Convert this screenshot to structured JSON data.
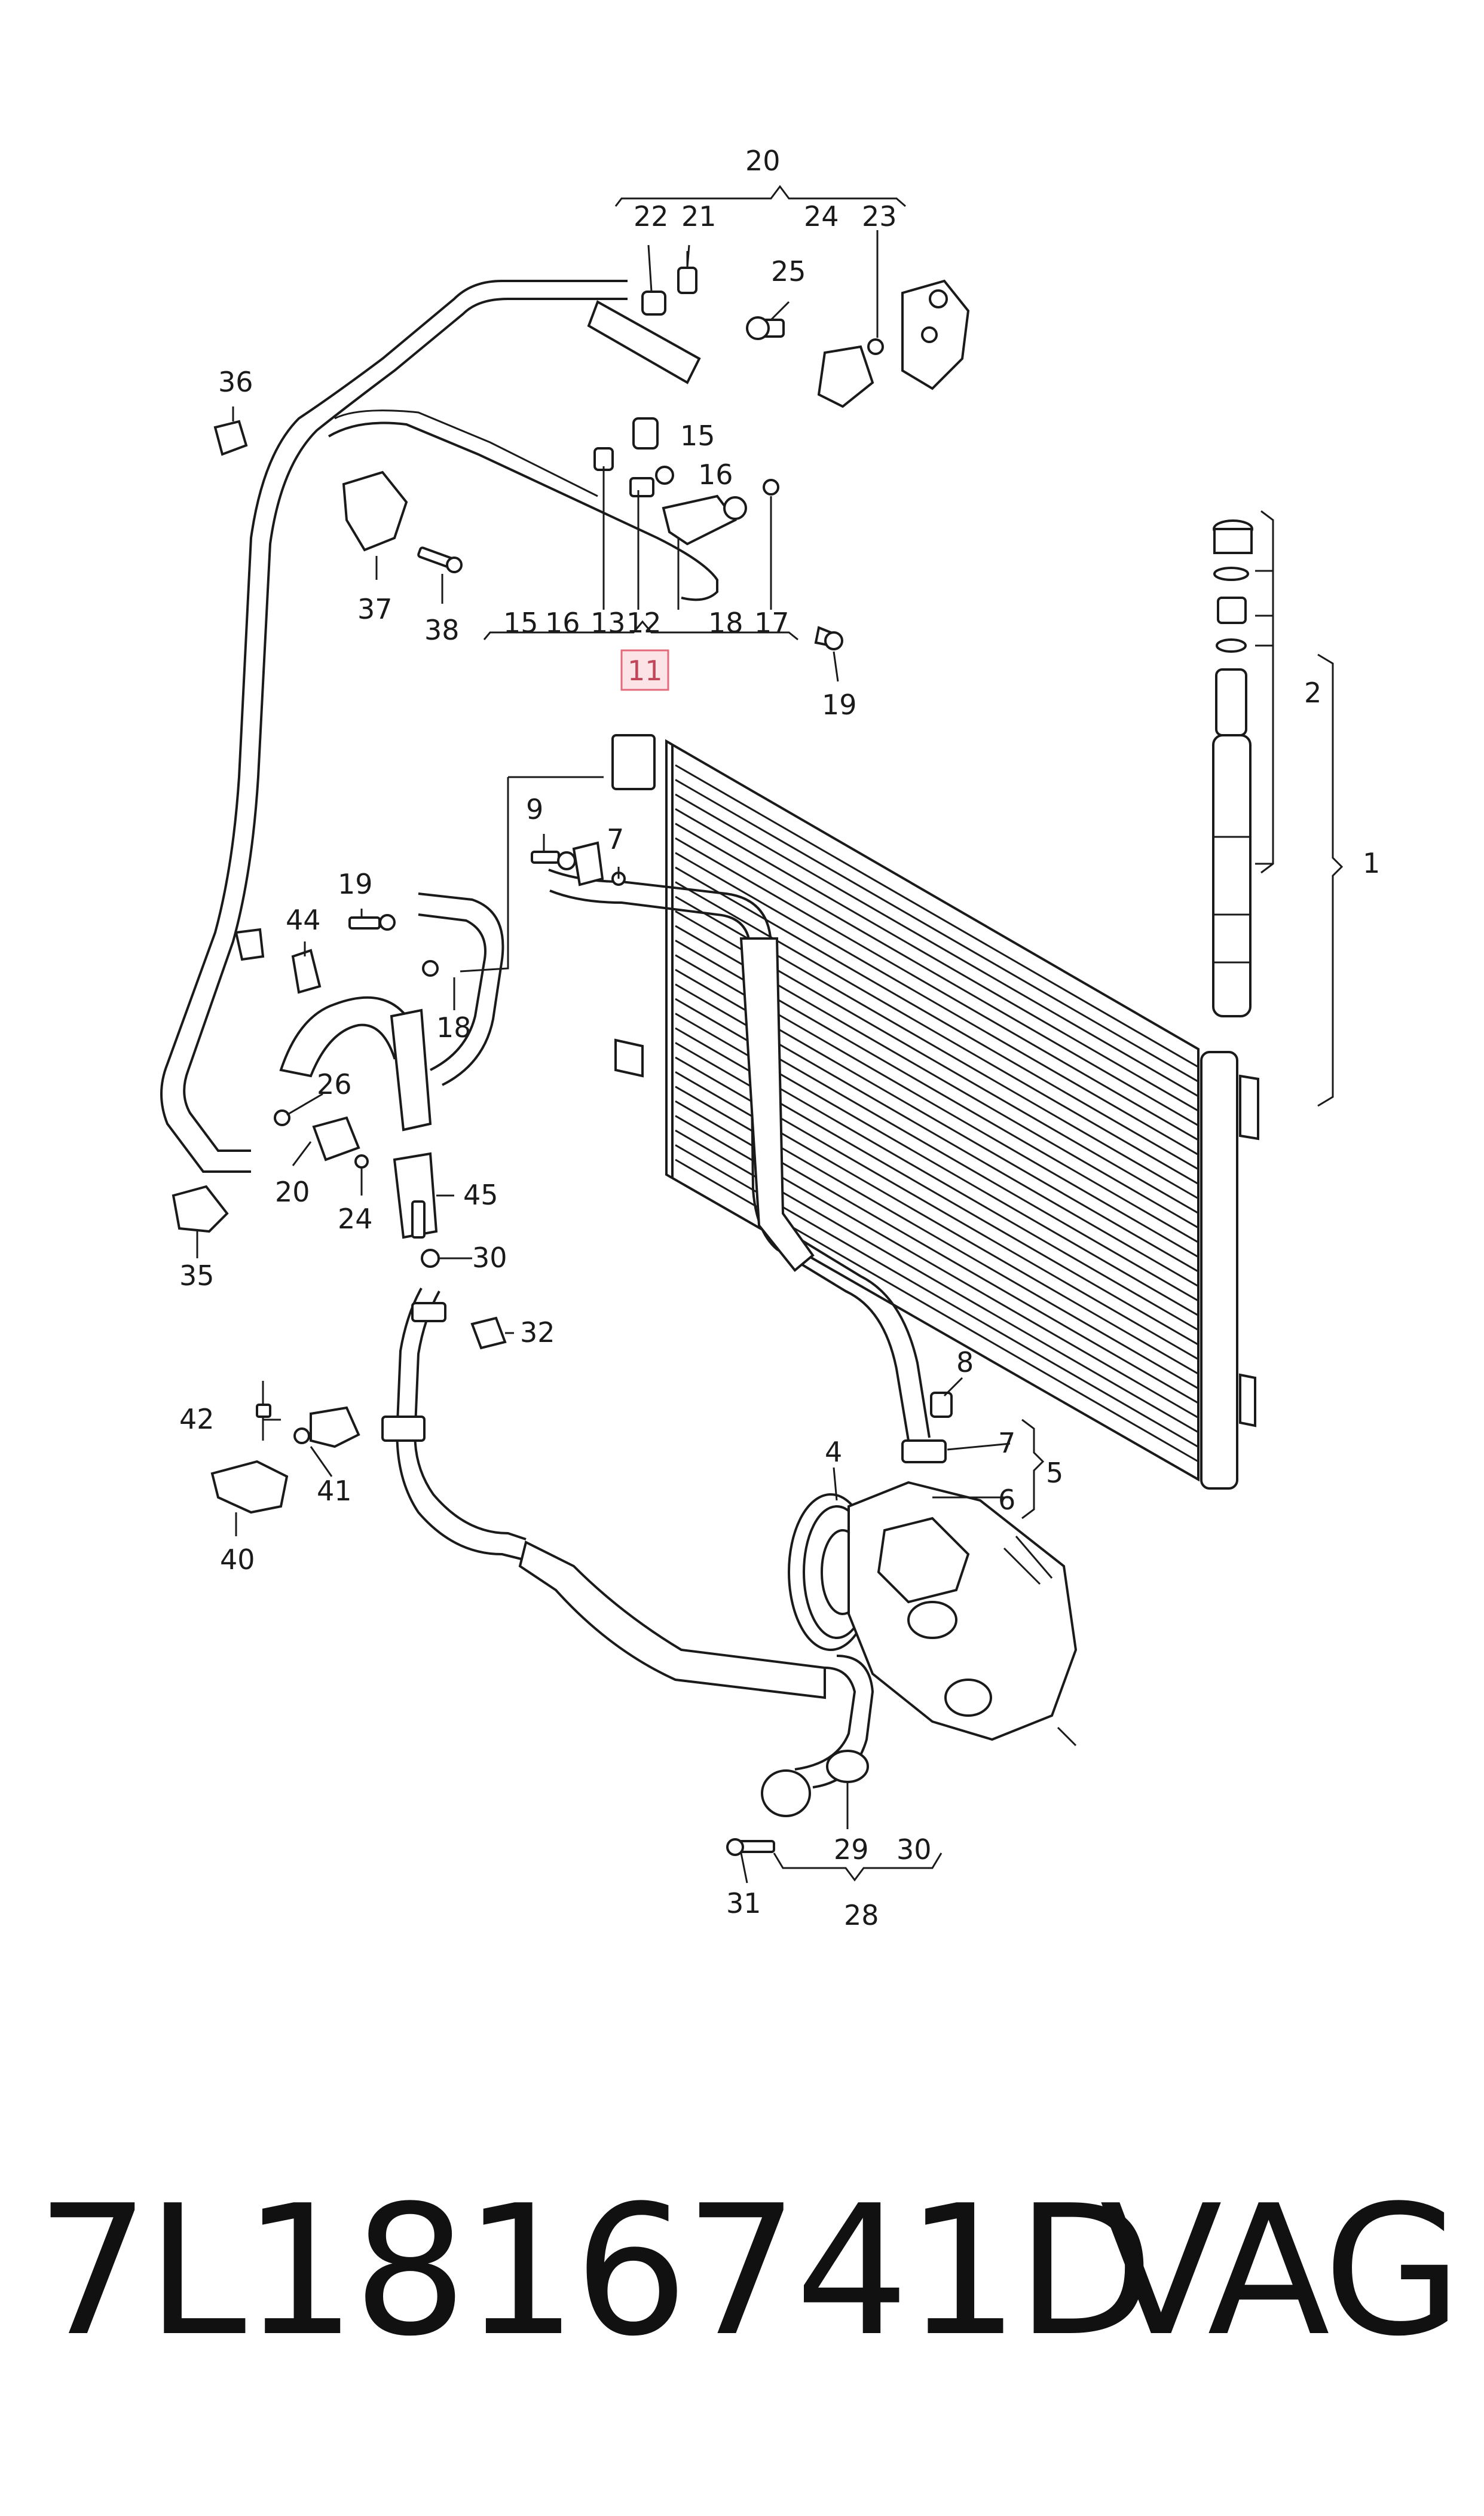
{
  "diagram": {
    "callouts": [
      {
        "id": "c20a",
        "text": "20"
      },
      {
        "id": "c22",
        "text": "22"
      },
      {
        "id": "c21a",
        "text": "21"
      },
      {
        "id": "c24a",
        "text": "24"
      },
      {
        "id": "c23",
        "text": "23"
      },
      {
        "id": "c25",
        "text": "25"
      },
      {
        "id": "c36",
        "text": "36"
      },
      {
        "id": "c15a",
        "text": "15"
      },
      {
        "id": "c16a",
        "text": "16"
      },
      {
        "id": "c37",
        "text": "37"
      },
      {
        "id": "c38",
        "text": "38"
      },
      {
        "id": "c15b",
        "text": "15"
      },
      {
        "id": "c16b",
        "text": "16"
      },
      {
        "id": "c13",
        "text": "13"
      },
      {
        "id": "c12",
        "text": "12"
      },
      {
        "id": "c18a",
        "text": "18"
      },
      {
        "id": "c17",
        "text": "17"
      },
      {
        "id": "c19a",
        "text": "19"
      },
      {
        "id": "c2",
        "text": "2"
      },
      {
        "id": "c1",
        "text": "1"
      },
      {
        "id": "c9",
        "text": "9"
      },
      {
        "id": "c7a",
        "text": "7"
      },
      {
        "id": "c19b",
        "text": "19"
      },
      {
        "id": "c44",
        "text": "44"
      },
      {
        "id": "c18b",
        "text": "18"
      },
      {
        "id": "c26",
        "text": "26"
      },
      {
        "id": "c20b",
        "text": "20"
      },
      {
        "id": "c24b",
        "text": "24"
      },
      {
        "id": "c45",
        "text": "45"
      },
      {
        "id": "c35",
        "text": "35"
      },
      {
        "id": "c30a",
        "text": "30"
      },
      {
        "id": "c32",
        "text": "32"
      },
      {
        "id": "c8",
        "text": "8"
      },
      {
        "id": "c42",
        "text": "42"
      },
      {
        "id": "c41",
        "text": "41"
      },
      {
        "id": "c4",
        "text": "4"
      },
      {
        "id": "c7b",
        "text": "7"
      },
      {
        "id": "c5",
        "text": "5"
      },
      {
        "id": "c6",
        "text": "6"
      },
      {
        "id": "c40",
        "text": "40"
      },
      {
        "id": "c29",
        "text": "29"
      },
      {
        "id": "c30b",
        "text": "30"
      },
      {
        "id": "c31",
        "text": "31"
      },
      {
        "id": "c28",
        "text": "28"
      }
    ],
    "highlighted_callout": "11"
  },
  "footer": {
    "part_number": "7L1816741D",
    "brand": "VAG"
  }
}
